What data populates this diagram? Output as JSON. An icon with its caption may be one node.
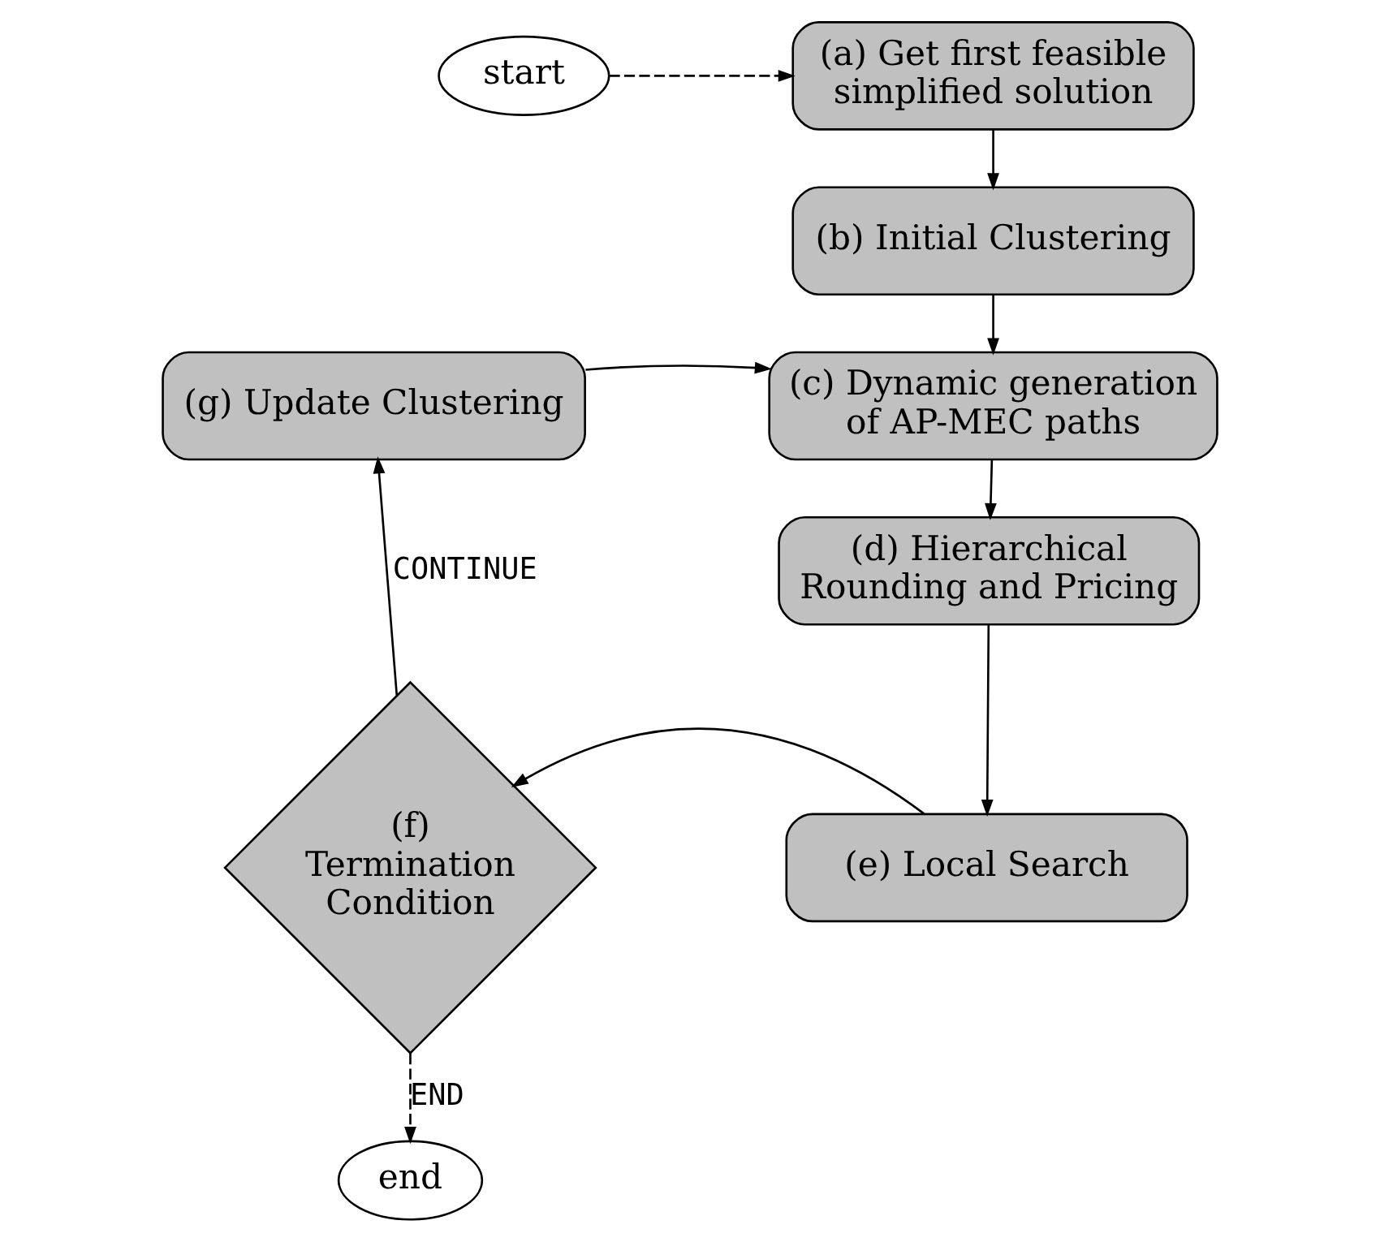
{
  "diagram": {
    "nodes": [
      {
        "text": [
          "start"
        ]
      },
      {
        "text": [
          "(a) Get first feasible simplified solution"
        ]
      },
      {
        "text": [
          "(b) Initial Clustering"
        ]
      },
      {
        "text": [
          "(c) Dynamic generation of AP-MEC paths"
        ]
      },
      {
        "text": [
          "(d) Hierarchical Rounding and Pricing"
        ]
      },
      {
        "text": [
          "(e) Local Search"
        ]
      },
      {
        "text": [
          "(f) Termination Condition"
        ]
      },
      {
        "text": [
          "(g) Update Clustering"
        ]
      },
      {
        "text": [
          "end"
        ]
      }
    ],
    "edges": [
      {
        "from": 0,
        "to": 1,
        "arrow": "to",
        "style": "dashed"
      },
      {
        "from": 1,
        "to": 2,
        "arrow": "to"
      },
      {
        "from": 2,
        "to": 3,
        "arrow": "to"
      },
      {
        "from": 3,
        "to": 4,
        "arrow": "to"
      },
      {
        "from": 4,
        "to": 5,
        "arrow": "to"
      },
      {
        "from": 5,
        "to": 6,
        "arrow": "to"
      },
      {
        "from": 6,
        "to": 7,
        "arrow": "to",
        "label": "CONTINUE"
      },
      {
        "from": 7,
        "to": 3,
        "arrow": "to"
      },
      {
        "from": 6,
        "to": 8,
        "arrow": "to",
        "label": "END",
        "style": "dashed"
      }
    ]
  }
}
